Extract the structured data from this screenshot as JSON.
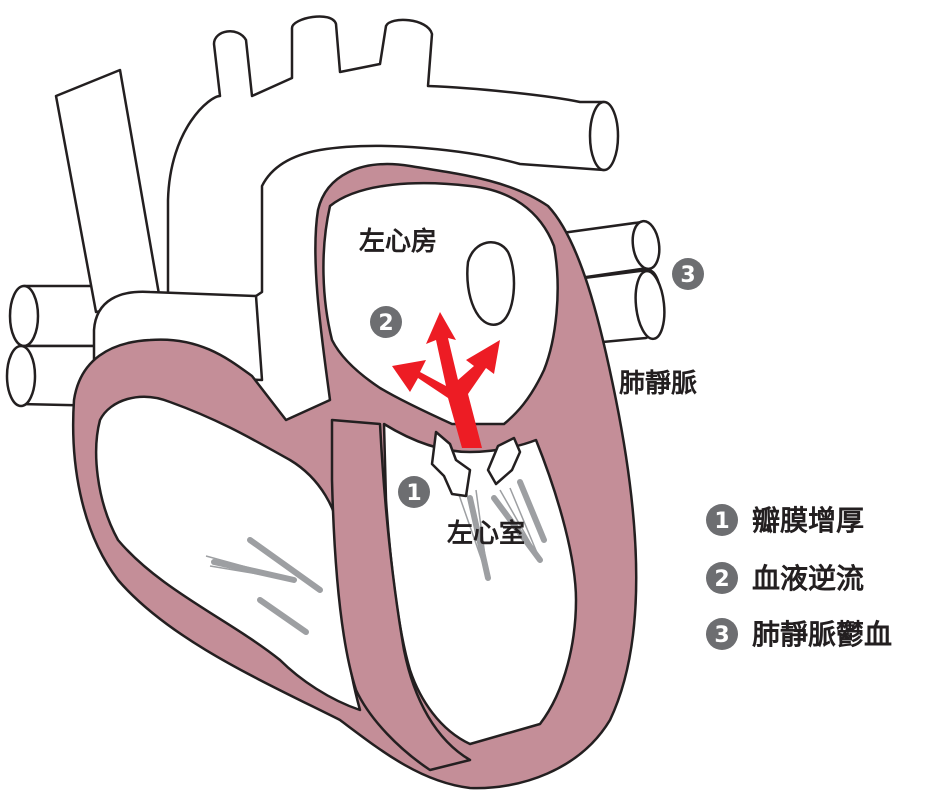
{
  "colors": {
    "muscle": "#c48e98",
    "outline": "#231f20",
    "arrow": "#ed1c24",
    "marker": "#6d6e71",
    "tendon": "#9d9fa2",
    "background": "#ffffff"
  },
  "chambers": {
    "left_atrium": "左心房",
    "left_ventricle": "左心室"
  },
  "vessels": {
    "pulmonary_vein": "肺靜脈"
  },
  "markers": {
    "valve": "1",
    "regurgitation": "2",
    "vein": "3"
  },
  "legend": [
    {
      "num": "1",
      "text": "瓣膜增厚"
    },
    {
      "num": "2",
      "text": "血液逆流"
    },
    {
      "num": "3",
      "text": "肺靜脈鬱血"
    }
  ]
}
